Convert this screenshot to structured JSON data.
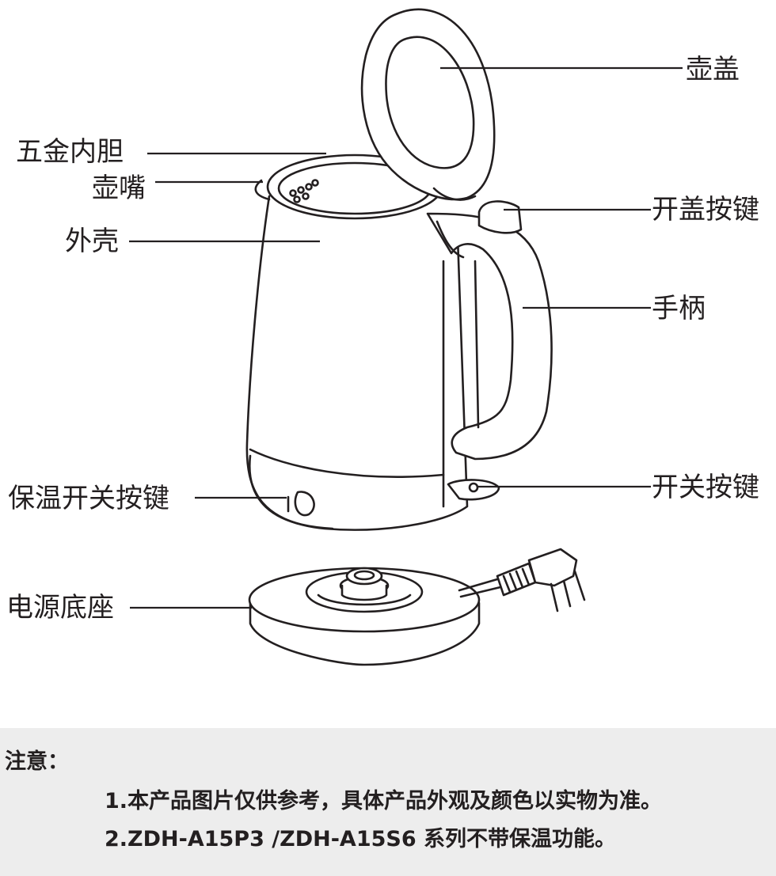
{
  "labels": {
    "lid": "壶盖",
    "inner_liner": "五金内胆",
    "spout": "壶嘴",
    "housing": "外壳",
    "lid_button": "开盖按键",
    "handle": "手柄",
    "keep_warm_button": "保温开关按键",
    "power_button": "开关按键",
    "power_base": "电源底座"
  },
  "note": {
    "title": "注意：",
    "items": [
      "1.本产品图片仅供参考，具体产品外观及颜色以实物为准。",
      "2.ZDH-A15P3 /ZDH-A15S6 系列不带保温功能。"
    ]
  },
  "colors": {
    "line": "#231f20",
    "note_background": "#ededed"
  }
}
